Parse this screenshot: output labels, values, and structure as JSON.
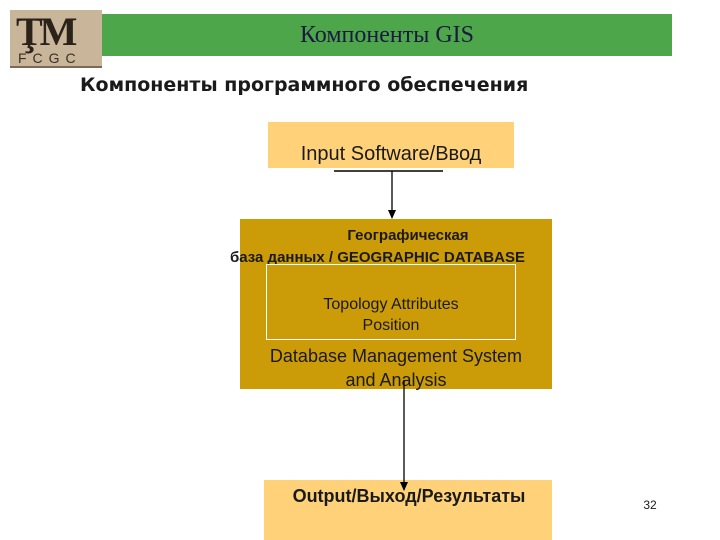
{
  "logo": {
    "main": "ŢM",
    "sub": "FCGC"
  },
  "header": {
    "title": "Компоненты GIS"
  },
  "subtitle": "Компоненты программного обеспечения",
  "diagram": {
    "input_label": "Input Software/Ввод",
    "database": {
      "title_line1": "Географическая",
      "title_line2": "база данных /  GEOGRAPHIC DATABASE",
      "inner_line1": "Topology   Attributes",
      "inner_line2": "Position",
      "dbms_line1": "Database Management System",
      "dbms_line2": "and Analysis"
    },
    "output_label": "Output/Выход/Результаты"
  },
  "footer": {
    "page_number": "32"
  },
  "colors": {
    "title_bar": "#4ea64a",
    "box_light": "#ffd27a",
    "box_dark": "#cc9b08"
  }
}
